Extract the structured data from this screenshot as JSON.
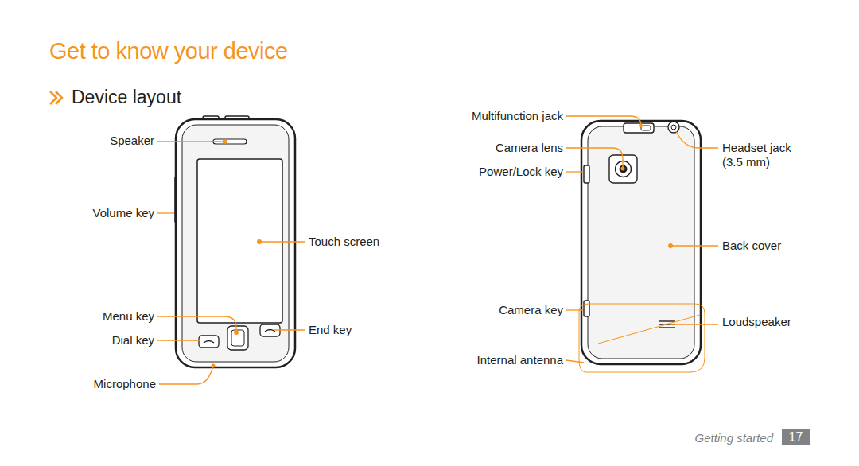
{
  "diagram": {
    "title": "Get to know your device",
    "labels": [
      "Device layout",
      "Speaker",
      "Volume key",
      "Touch screen",
      "Menu key",
      "Dial key",
      "End key",
      "Microphone",
      "Multifunction jack",
      "Camera lens",
      "Power/Lock key",
      "Headset jack (3.5 mm)",
      "Back cover",
      "Camera key",
      "Loudspeaker",
      "Internal antenna",
      "Getting started",
      "17"
    ]
  }
}
